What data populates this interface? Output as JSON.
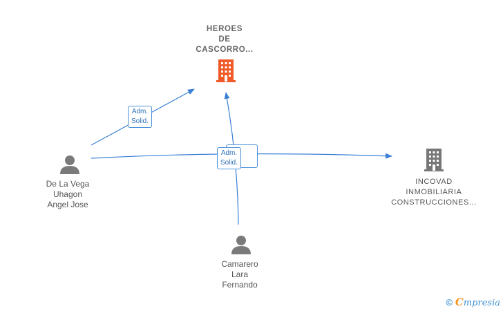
{
  "nodes": {
    "heroes": {
      "lines": [
        "HEROES",
        "DE",
        "CASCORRO..."
      ],
      "color": "#f05a28"
    },
    "incovad": {
      "lines": [
        "INCOVAD",
        "INMOBILIARIA",
        "CONSTRUCCIONES..."
      ],
      "color": "#777777"
    },
    "delavega": {
      "lines": [
        "De La Vega",
        "Uhagon",
        "Angel Jose"
      ]
    },
    "camarero": {
      "lines": [
        "Camarero",
        "Lara",
        "Fernando"
      ]
    }
  },
  "edges": {
    "label_1": [
      "Adm.",
      "Solid."
    ],
    "label_2": [
      "Adm.",
      "Solid."
    ]
  },
  "footer": {
    "copyright": "©",
    "brand_first": "C",
    "brand_rest": "mpresia"
  },
  "colors": {
    "edge": "#3a7fd5",
    "person": "#7a7a7a"
  }
}
